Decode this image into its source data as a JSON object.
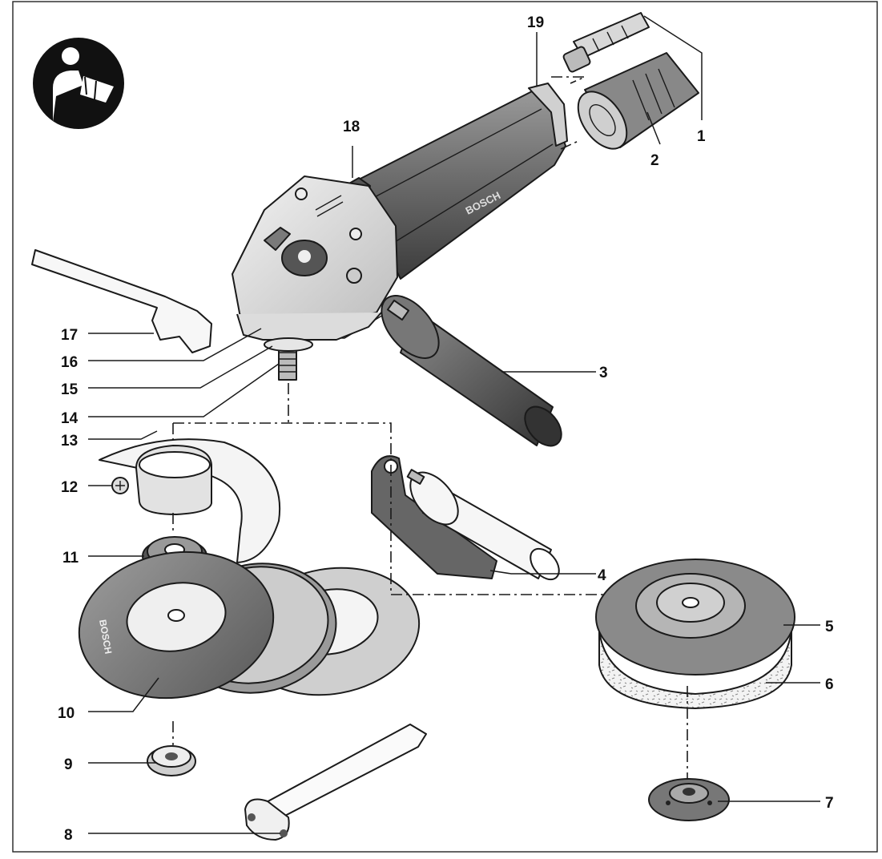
{
  "diagram": {
    "brand_text": "BOSCH",
    "icon": "read-manual-icon",
    "callouts": [
      {
        "id": "1",
        "label": "1"
      },
      {
        "id": "2",
        "label": "2"
      },
      {
        "id": "3",
        "label": "3"
      },
      {
        "id": "4",
        "label": "4"
      },
      {
        "id": "5",
        "label": "5"
      },
      {
        "id": "6",
        "label": "6"
      },
      {
        "id": "7",
        "label": "7"
      },
      {
        "id": "8",
        "label": "8"
      },
      {
        "id": "9",
        "label": "9"
      },
      {
        "id": "10",
        "label": "10"
      },
      {
        "id": "11",
        "label": "11"
      },
      {
        "id": "12",
        "label": "12"
      },
      {
        "id": "13",
        "label": "13"
      },
      {
        "id": "14",
        "label": "14"
      },
      {
        "id": "15",
        "label": "15"
      },
      {
        "id": "16",
        "label": "16"
      },
      {
        "id": "17",
        "label": "17"
      },
      {
        "id": "18",
        "label": "18"
      },
      {
        "id": "19",
        "label": "19"
      }
    ]
  }
}
